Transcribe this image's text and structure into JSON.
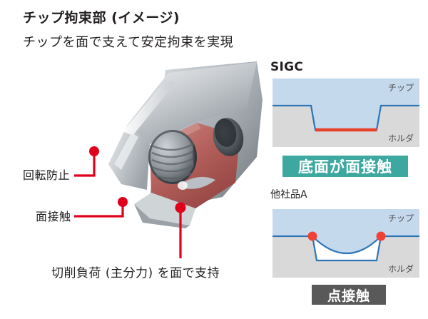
{
  "heading": {
    "title": "チップ拘束部 (イメージ)",
    "subtitle": "チップを面で支えて安定拘束を実現"
  },
  "photo": {
    "alt_name": "drill-tip-insert-pocket-render"
  },
  "callouts": [
    {
      "id": "rotation",
      "label": "回転防止"
    },
    {
      "id": "surface",
      "label": "面接触"
    },
    {
      "id": "load",
      "label": "切削負荷 (主分力) を面で支持"
    }
  ],
  "panels": [
    {
      "id": "sigc",
      "title": "SIGC",
      "chip_label": "チップ",
      "holder_label": "ホルダ",
      "badge_text": "底面が面接触",
      "badge_color": "#3ca8a0",
      "contact_type": "flat-surface-contact"
    },
    {
      "id": "other",
      "title": "他社品A",
      "chip_label": "チップ",
      "holder_label": "ホルダ",
      "badge_text": "点接触",
      "badge_color": "#595959",
      "contact_type": "two-point-contact"
    }
  ],
  "colors": {
    "chip_fill": "#c5d9ed",
    "holder_fill": "#d9d9d9",
    "outline_blue": "#2e75b6",
    "contact_red": "#e8412c",
    "leader_red": "#e0001b",
    "text_dark": "#231f20"
  }
}
